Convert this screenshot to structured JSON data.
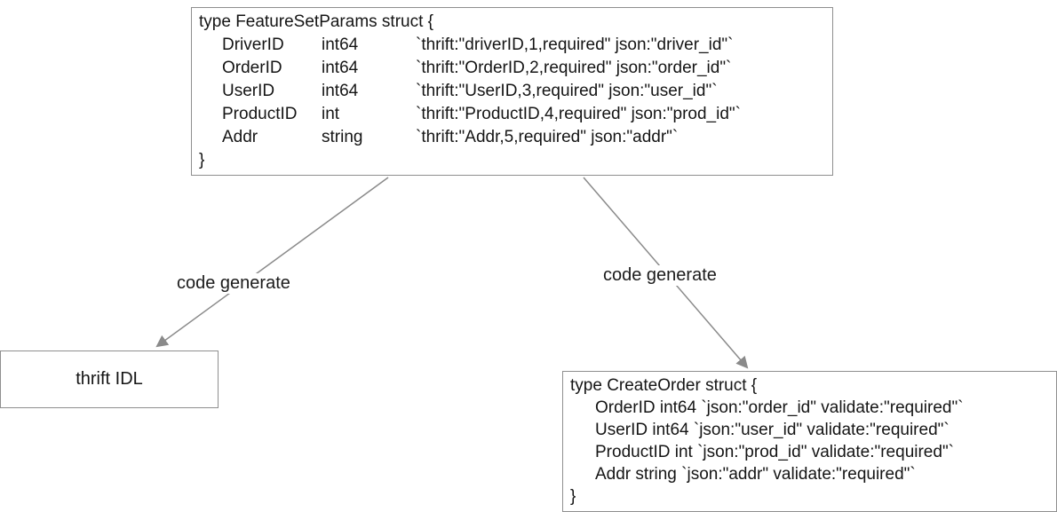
{
  "top_box": {
    "header": "type FeatureSetParams struct {",
    "fields": [
      {
        "name": "DriverID",
        "type": "int64",
        "tag": "`thrift:\"driverID,1,required\" json:\"driver_id\"`"
      },
      {
        "name": "OrderID",
        "type": "int64",
        "tag": "`thrift:\"OrderID,2,required\" json:\"order_id\"`"
      },
      {
        "name": "UserID",
        "type": "int64",
        "tag": "`thrift:\"UserID,3,required\" json:\"user_id\"`"
      },
      {
        "name": "ProductID",
        "type": "int",
        "tag": "`thrift:\"ProductID,4,required\" json:\"prod_id\"`"
      },
      {
        "name": "Addr",
        "type": "string",
        "tag": "`thrift:\"Addr,5,required\" json:\"addr\"`"
      }
    ],
    "footer": "}"
  },
  "left_box": {
    "label": "thrift IDL"
  },
  "right_box": {
    "header": "type CreateOrder struct {",
    "fields": [
      "OrderID int64 `json:\"order_id\" validate:\"required\"`",
      "UserID int64 `json:\"user_id\" validate:\"required\"`",
      "ProductID int `json:\"prod_id\" validate:\"required\"`",
      "Addr string `json:\"addr\" validate:\"required\"`"
    ],
    "footer": "}"
  },
  "arrows": {
    "left_label": "code generate",
    "right_label": "code generate",
    "color": "#8a8a8a"
  }
}
